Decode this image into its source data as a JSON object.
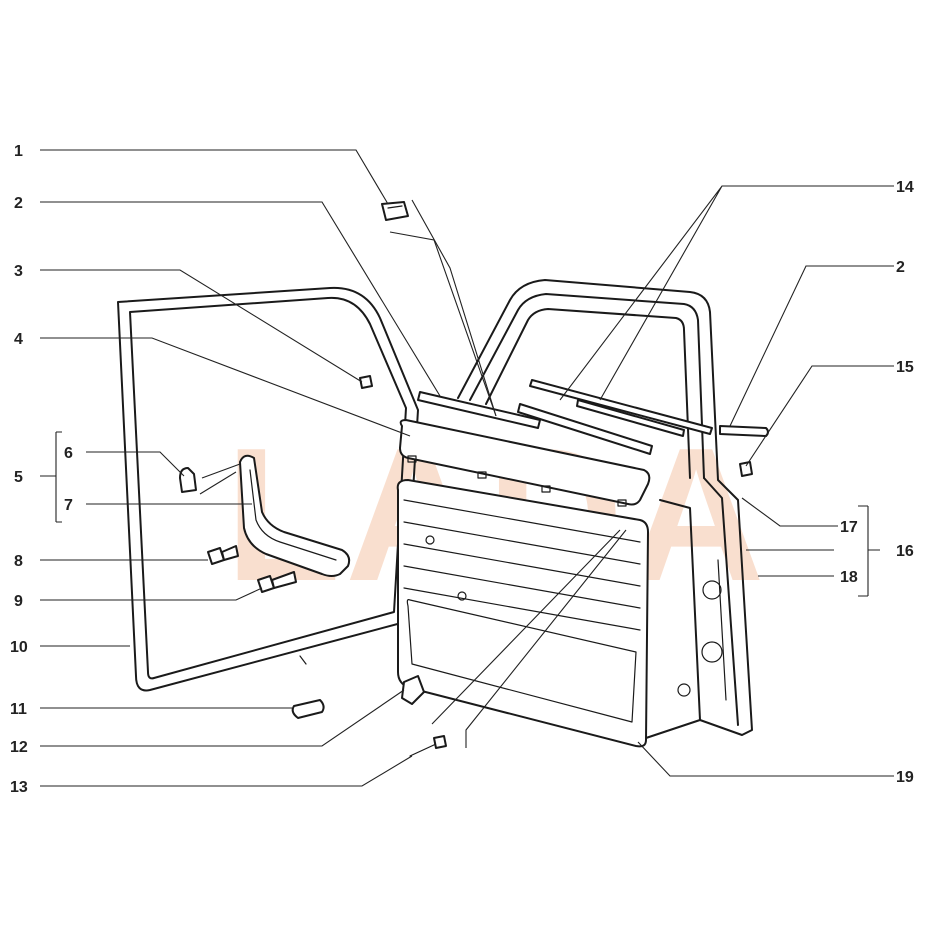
{
  "colors": {
    "line": "#1a1a1a",
    "watermark": "#f5c6a8",
    "background": "#ffffff"
  },
  "watermark": {
    "text": "LADA"
  },
  "callouts": {
    "c1": "1",
    "c2a": "2",
    "c2b": "2",
    "c3": "3",
    "c4": "4",
    "c5": "5",
    "c6": "6",
    "c7": "7",
    "c8": "8",
    "c9": "9",
    "c10": "10",
    "c11": "11",
    "c12": "12",
    "c13": "13",
    "c14": "14",
    "c15": "15",
    "c16": "16",
    "c17": "17",
    "c18": "18",
    "c19": "19"
  }
}
